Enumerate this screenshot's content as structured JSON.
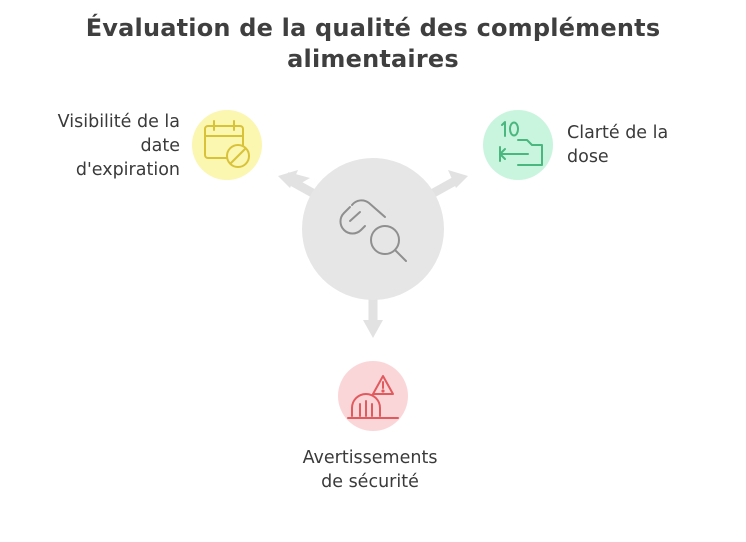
{
  "title": {
    "line1": "Évaluation de la qualité des compléments",
    "line2": "alimentaires"
  },
  "nodes": {
    "left": {
      "label_lines": [
        "Visibilité de la",
        "date",
        "d'expiration"
      ],
      "icon": "calendar-blocked-icon",
      "color": "#fbf6b0",
      "icon_color": "#d8c23a"
    },
    "right": {
      "label_lines": [
        "Clarté de la",
        "dose"
      ],
      "icon": "dose-measure-icon",
      "color": "#c9f5de",
      "icon_color": "#49b77e"
    },
    "bottom": {
      "label_lines": [
        "Avertissements",
        "de sécurité"
      ],
      "icon": "warning-hazard-icon",
      "color": "#fbd6d8",
      "icon_color": "#e15a5e"
    }
  },
  "center": {
    "icon": "pill-search-icon",
    "color": "#e6e6e6",
    "icon_color": "#8f8f8f"
  }
}
